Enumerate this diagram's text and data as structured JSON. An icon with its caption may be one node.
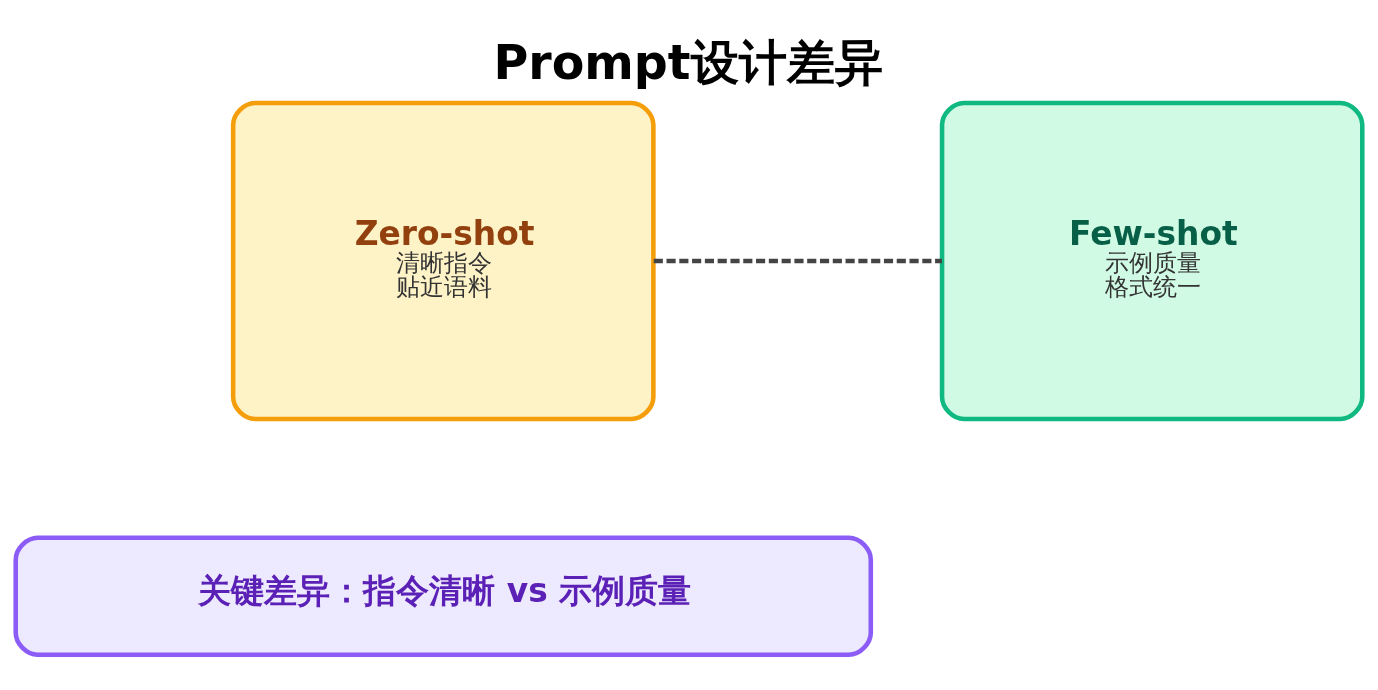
{
  "diagram": {
    "title": "Prompt设计差异",
    "nodes": [
      {
        "text": [
          "Zero-shot",
          "清晰指令",
          "贴近语料"
        ]
      },
      {
        "text": [
          "Few-shot",
          "示例质量",
          "格式统一"
        ]
      },
      {
        "text": [
          "关键差异：指令清晰 vs 示例质量"
        ]
      }
    ],
    "edges": [
      {
        "from": 0,
        "to": 1,
        "arrow": "none",
        "style": "dashed"
      }
    ]
  }
}
